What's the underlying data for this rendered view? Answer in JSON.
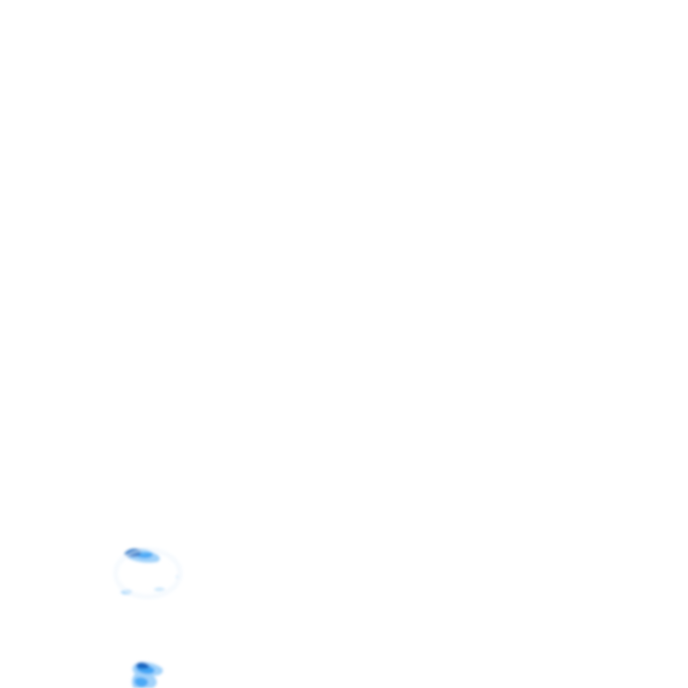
{
  "map": {
    "background_color": "#ffffff",
    "palette": {
      "dark": "#1565c0",
      "medium": "#42a5f5",
      "light": "#90caf9",
      "faint": "#cfe8fb"
    },
    "features": [
      {
        "type": "precipitation-cell",
        "intensity": "high"
      },
      {
        "type": "precipitation-cell",
        "intensity": "low"
      },
      {
        "type": "precipitation-cell",
        "intensity": "medium"
      }
    ]
  }
}
